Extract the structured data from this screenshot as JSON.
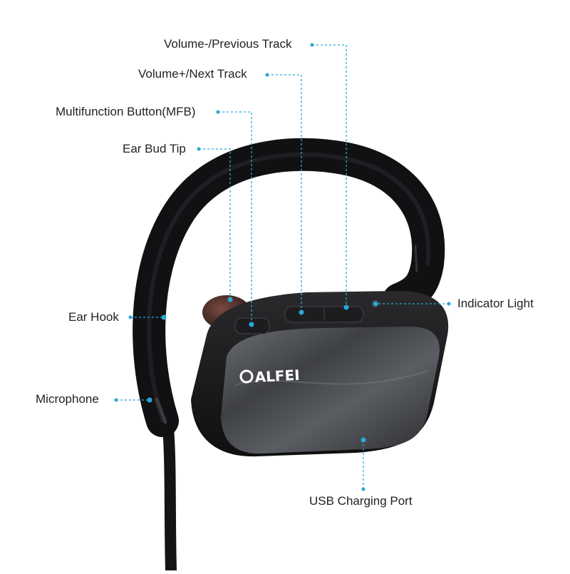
{
  "brand": {
    "logo_text": "ALFEI"
  },
  "callouts": [
    {
      "id": "volume-minus-previous-track",
      "text": "Volume-/Previous Track"
    },
    {
      "id": "volume-plus-next-track",
      "text": "Volume+/Next Track"
    },
    {
      "id": "multifunction-button",
      "text": "Multifunction Button(MFB)"
    },
    {
      "id": "ear-bud-tip",
      "text": "Ear Bud Tip"
    },
    {
      "id": "ear-hook",
      "text": "Ear Hook"
    },
    {
      "id": "microphone",
      "text": "Microphone"
    },
    {
      "id": "indicator-light",
      "text": "Indicator Light"
    },
    {
      "id": "usb-charging-port",
      "text": "USB Charging Port"
    }
  ],
  "colors": {
    "leader": "#29a9d6",
    "body_dark": "#1b1b1d",
    "shell_grey": "#4a4c50",
    "label_text": "#222222"
  }
}
